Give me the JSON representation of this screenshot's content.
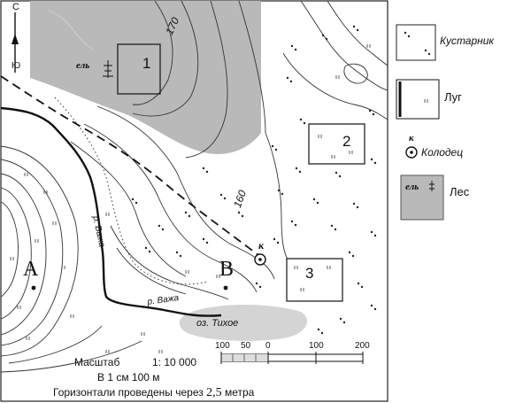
{
  "map": {
    "north_letter": "С",
    "south_letter": "Ю",
    "contour_labels": [
      "170",
      "160"
    ],
    "plots": [
      "1",
      "2",
      "3"
    ],
    "points": [
      "A",
      "B"
    ],
    "well_marker": "к",
    "forest_label": "ель",
    "river_name_1": "р. Важа",
    "river_name_2": "р. Важа",
    "lake_name": "оз. Тихое"
  },
  "scale": {
    "label": "Масштаб",
    "ratio": "1: 10 000",
    "line2": "В 1 см 100 м",
    "ticks": [
      "100",
      "50",
      "0",
      "100",
      "200"
    ],
    "contour_note": "Горизонтали проведены через",
    "contour_value": "2,5",
    "contour_unit": "метра"
  },
  "legend": {
    "bushes": "Кустарник",
    "meadow": "Луг",
    "well_letter": "к",
    "well": "Колодец",
    "forest_word": "ель",
    "forest": "Лес"
  },
  "colors": {
    "forest_fill": "#b9b9b9",
    "lake_fill": "#d4d4d4",
    "line": "#222222"
  }
}
